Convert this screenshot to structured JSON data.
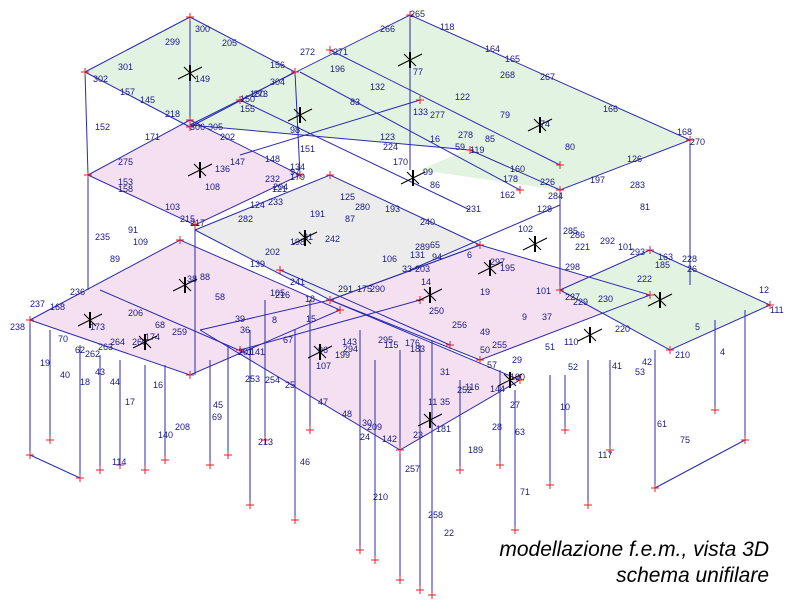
{
  "caption": {
    "line1": "modellazione f.e.m., vista 3D",
    "line2": "schema unifilare"
  },
  "colors": {
    "beam": "#2a2ab0",
    "node": "#e0202a",
    "slab_top": "#e2f3e2",
    "slab_mid": "#f5e0f2",
    "slab_core": "#ececec"
  },
  "element_labels": [
    "299",
    "300",
    "205",
    "301",
    "302",
    "157",
    "145",
    "152",
    "156",
    "304",
    "180",
    "273",
    "150",
    "155",
    "149",
    "272",
    "196",
    "271",
    "266",
    "265",
    "118",
    "77",
    "83",
    "132",
    "133",
    "164",
    "165",
    "267",
    "268",
    "122",
    "79",
    "166",
    "218",
    "306",
    "305",
    "202",
    "147",
    "97",
    "98",
    "151",
    "123",
    "224",
    "277",
    "278",
    "85",
    "74",
    "80",
    "126",
    "168",
    "270",
    "275",
    "171",
    "153",
    "158",
    "136",
    "148",
    "134",
    "179",
    "232",
    "204",
    "170",
    "99",
    "86",
    "16",
    "59",
    "119",
    "160",
    "197",
    "283",
    "81",
    "91",
    "109",
    "235",
    "108",
    "103",
    "215",
    "217",
    "282",
    "233",
    "121",
    "124",
    "125",
    "280",
    "193",
    "191",
    "87",
    "231",
    "178",
    "162",
    "226",
    "284",
    "128",
    "285",
    "286",
    "292",
    "293",
    "101",
    "185",
    "163",
    "228",
    "237",
    "236",
    "168",
    "238",
    "70",
    "206",
    "68",
    "259",
    "260",
    "264",
    "263",
    "262",
    "62",
    "210",
    "199",
    "88",
    "139",
    "202",
    "198",
    "105",
    "18",
    "31",
    "242",
    "241",
    "216",
    "291",
    "290",
    "175",
    "106",
    "131",
    "14",
    "33",
    "203",
    "176",
    "240",
    "289",
    "65",
    "94",
    "6",
    "19",
    "195",
    "297",
    "102",
    "101",
    "298",
    "221",
    "227",
    "229",
    "230",
    "222",
    "26",
    "12",
    "111",
    "5",
    "4",
    "9",
    "37",
    "110",
    "89",
    "173",
    "174",
    "58",
    "38",
    "36",
    "39",
    "8",
    "15",
    "67",
    "96",
    "201",
    "141",
    "107",
    "143",
    "294",
    "295",
    "115",
    "183",
    "250",
    "256",
    "57",
    "255",
    "49",
    "50",
    "51",
    "52",
    "41",
    "42",
    "53",
    "19",
    "18",
    "43",
    "44",
    "17",
    "16",
    "140",
    "208",
    "45",
    "69",
    "213",
    "253",
    "254",
    "25",
    "46",
    "47",
    "48",
    "30",
    "209",
    "142",
    "210",
    "258",
    "257",
    "22",
    "24",
    "23",
    "189",
    "29",
    "144",
    "28",
    "27",
    "63",
    "71",
    "10",
    "117",
    "61",
    "75",
    "114",
    "40",
    "220",
    "252",
    "116",
    "11",
    "181",
    "35",
    "31",
    "190"
  ]
}
